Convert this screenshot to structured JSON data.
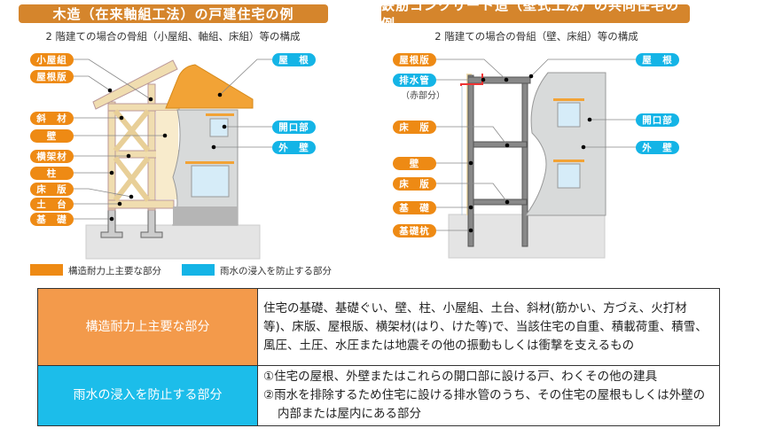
{
  "left": {
    "title": "木造（在来軸組工法）の戸建住宅の例",
    "subtitle": "2 階建ての場合の骨組（小屋組、軸組、床組）等の構成",
    "labels_orange": [
      "小屋組",
      "屋根版",
      "斜　材",
      "壁",
      "横架材",
      "柱",
      "床　版",
      "土　台",
      "基　礎"
    ],
    "labels_blue": [
      "屋　根",
      "開口部",
      "外　壁"
    ]
  },
  "right": {
    "title": "鉄筋コンクリート造（壁式工法）の共同住宅の例",
    "subtitle": "2 階建ての場合の骨組（壁、床組）等の構成",
    "labels_orange": [
      "屋根版",
      "床　版",
      "壁",
      "床　版",
      "基　礎",
      "基礎杭"
    ],
    "drain": "排水管",
    "drain_note": "（赤部分）",
    "labels_blue": [
      "屋　根",
      "開口部",
      "外　壁"
    ]
  },
  "legend": {
    "structural": "構造耐力上主要な部分",
    "rain": "雨水の浸入を防止する部分"
  },
  "colors": {
    "orange": "#ee8a14",
    "blue": "#14b4e6",
    "title": "#d5852c"
  },
  "table": {
    "row1": {
      "header": "構造耐力上主要な部分",
      "text": "住宅の基礎、基礎ぐい、壁、柱、小屋組、土台、斜材(筋かい、方づえ、火打材等)、床版、屋根版、横架材(はり、けた等)で、当該住宅の自重、積載荷重、積雪、風圧、土圧、水圧または地震その他の振動もしくは衝撃を支えるもの"
    },
    "row2": {
      "header": "雨水の浸入を防止する部分",
      "items": [
        "①住宅の屋根、外壁またはこれらの開口部に設ける戸、わくその他の建具",
        "②雨水を排除するため住宅に設ける排水管のうち、その住宅の屋根もしくは外壁の内部または屋内にある部分"
      ]
    }
  }
}
